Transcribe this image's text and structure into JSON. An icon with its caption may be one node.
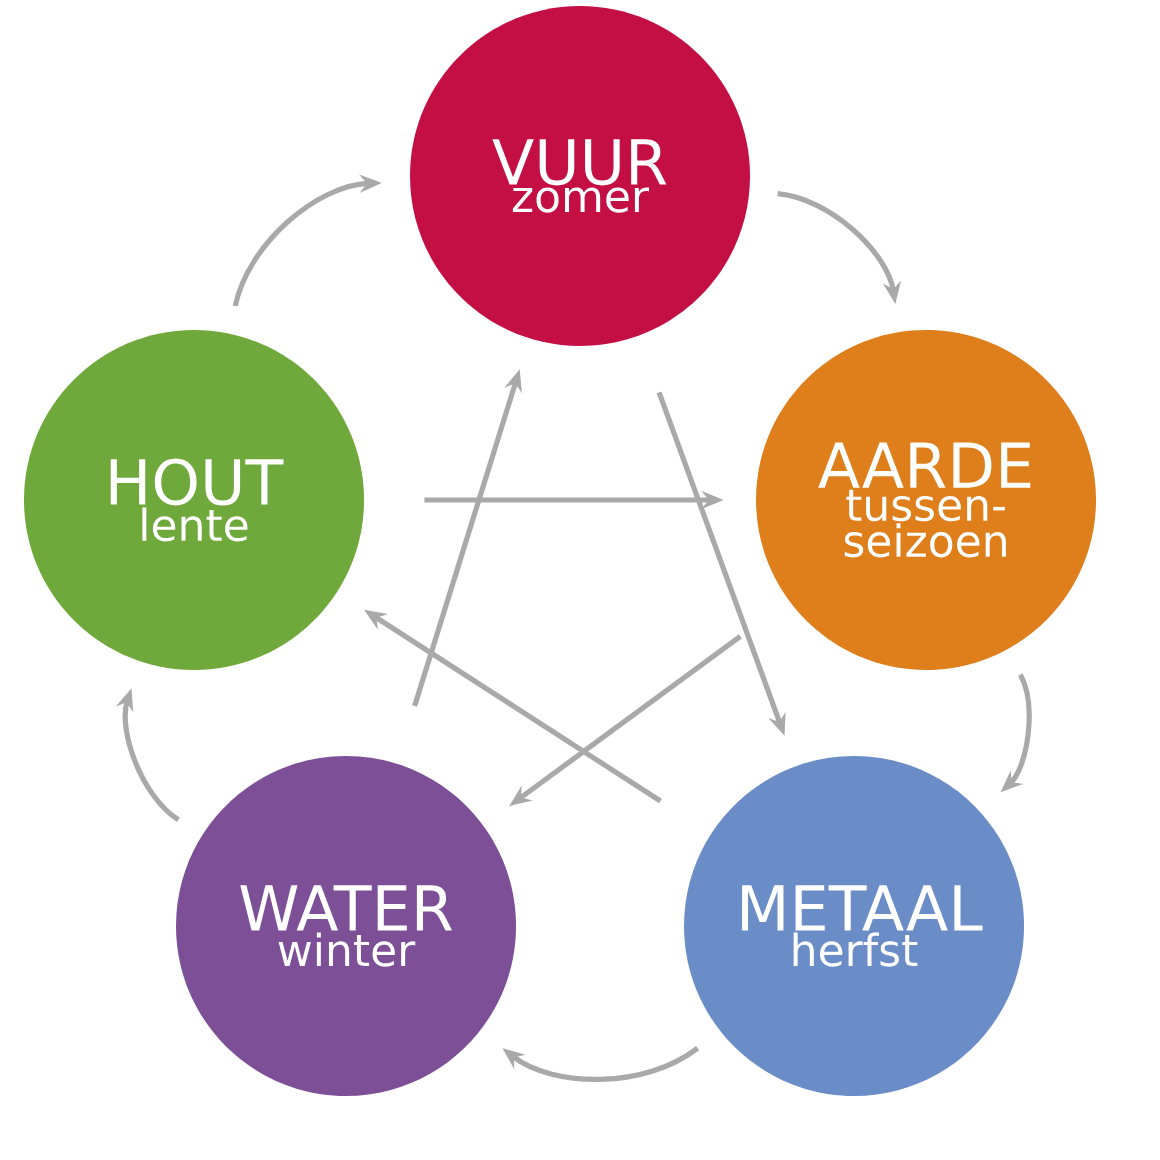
{
  "diagram": {
    "nodes": [
      {
        "text": [
          "VUUR",
          "zomer"
        ]
      },
      {
        "text": [
          "AARDE",
          "tussen-seizoen"
        ]
      },
      {
        "text": [
          "METAAL",
          "herfst"
        ]
      },
      {
        "text": [
          "WATER",
          "winter"
        ]
      },
      {
        "text": [
          "HOUT",
          "lente"
        ]
      }
    ],
    "edges": [
      {
        "from": 0,
        "to": 1,
        "arrow": "to"
      },
      {
        "from": 1,
        "to": 2,
        "arrow": "to"
      },
      {
        "from": 2,
        "to": 3,
        "arrow": "to"
      },
      {
        "from": 3,
        "to": 4,
        "arrow": "to"
      },
      {
        "from": 4,
        "to": 0,
        "arrow": "to"
      },
      {
        "from": 4,
        "to": 1,
        "arrow": "to"
      },
      {
        "from": 0,
        "to": 2,
        "arrow": "to"
      },
      {
        "from": 1,
        "to": 3,
        "arrow": "to"
      },
      {
        "from": 2,
        "to": 4,
        "arrow": "to"
      },
      {
        "from": 3,
        "to": 0,
        "arrow": "to"
      }
    ]
  }
}
